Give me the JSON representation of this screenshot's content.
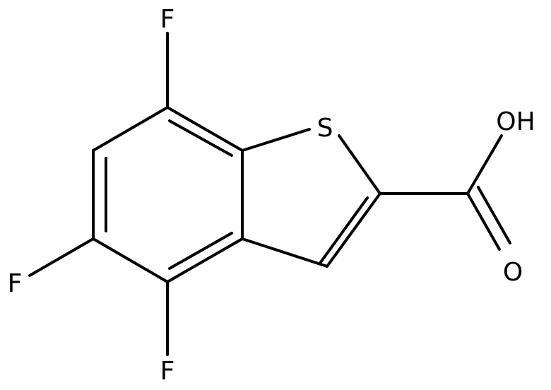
{
  "molecule": {
    "atom_labels": {
      "f7": "F",
      "s1": "S",
      "oh": "OH",
      "f5": "F",
      "o": "O",
      "f4": "F"
    }
  }
}
